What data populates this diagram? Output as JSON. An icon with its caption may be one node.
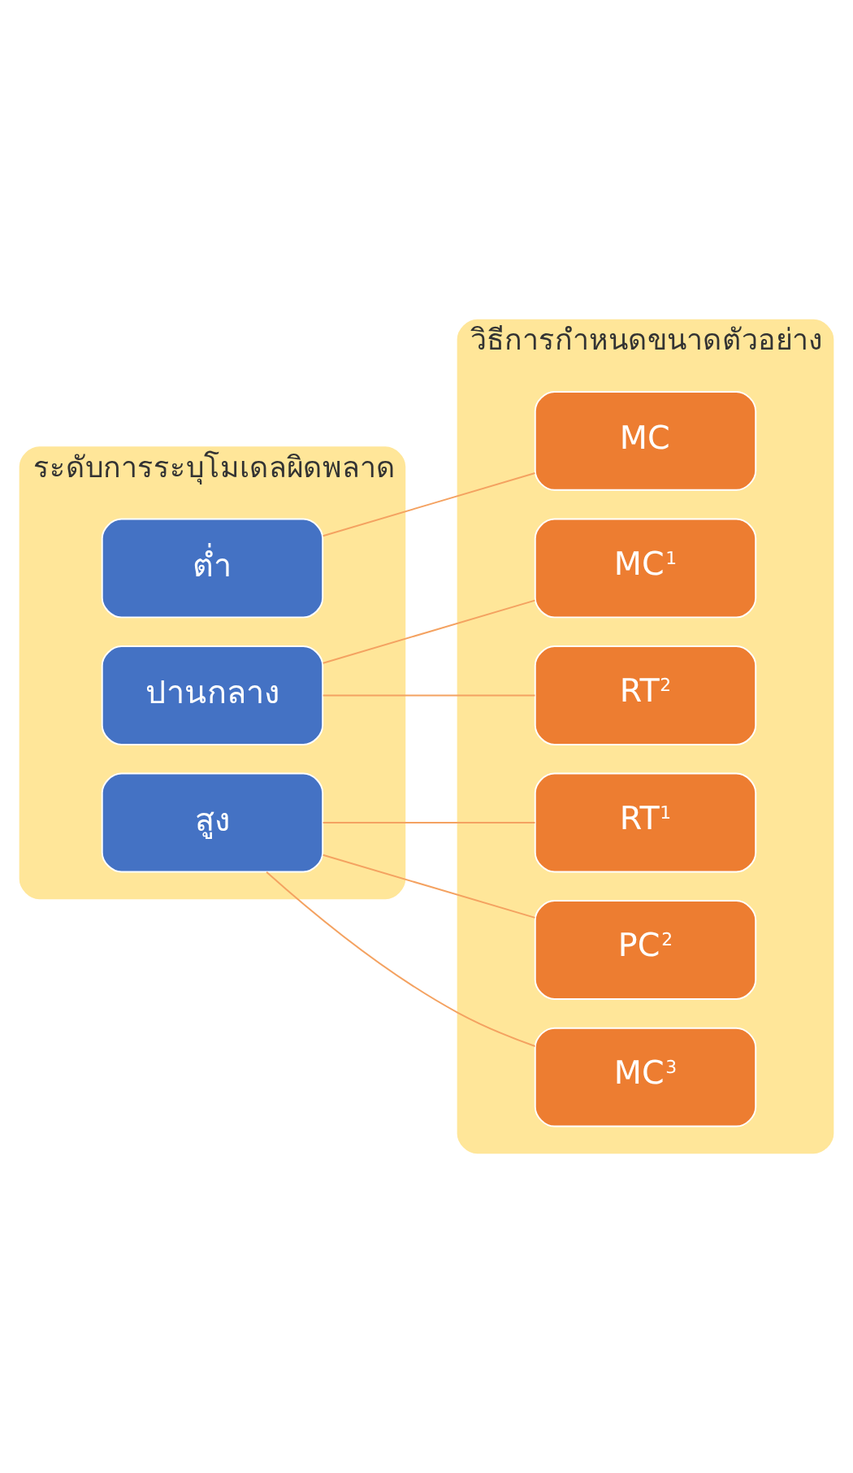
{
  "diagram": {
    "nodes": [
      {
        "text": [
          "ระดับการระบุโมเดลผิดพลาด"
        ]
      },
      {
        "text": [
          "ต่ำ"
        ],
        "in": 0
      },
      {
        "text": [
          "ปานกลาง"
        ],
        "in": 0
      },
      {
        "text": [
          "สูง"
        ],
        "in": 0
      },
      {
        "text": [
          "วิธีการกำหนดขนาดตัวอย่าง"
        ]
      },
      {
        "text": [
          "MC"
        ],
        "in": 4
      },
      {
        "text": [
          "MC$^{1}$"
        ],
        "in": 4
      },
      {
        "text": [
          "RT$^{2}$"
        ],
        "in": 4
      },
      {
        "text": [
          "RT$^{1}$"
        ],
        "in": 4
      },
      {
        "text": [
          "PC$^{2}$"
        ],
        "in": 4
      },
      {
        "text": [
          "MC$^{3}$"
        ],
        "in": 4
      }
    ],
    "edges": [
      {
        "from": 1,
        "to": 5,
        "arrow": "none"
      },
      {
        "from": 2,
        "to": 6,
        "arrow": "none"
      },
      {
        "from": 2,
        "to": 7,
        "arrow": "none"
      },
      {
        "from": 3,
        "to": 8,
        "arrow": "none"
      },
      {
        "from": 3,
        "to": 9,
        "arrow": "none"
      },
      {
        "from": 3,
        "to": 10,
        "arrow": "none"
      }
    ]
  }
}
